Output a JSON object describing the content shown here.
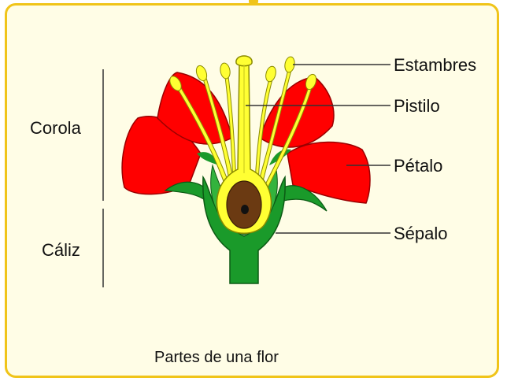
{
  "figure": {
    "labels": {
      "estambres": "Estambres",
      "pistilo": "Pistilo",
      "petalo": "Pétalo",
      "sepalo": "Sépalo",
      "corola": "Corola",
      "caliz": "Cáliz"
    },
    "caption": "Partes de una flor"
  },
  "colors": {
    "petal": "#ff0000",
    "sepal": "#1a9a2a",
    "pistil": "#ffff33",
    "ovary": "#6b3a12",
    "frame": "#f0c419",
    "background": "#fffde6"
  }
}
